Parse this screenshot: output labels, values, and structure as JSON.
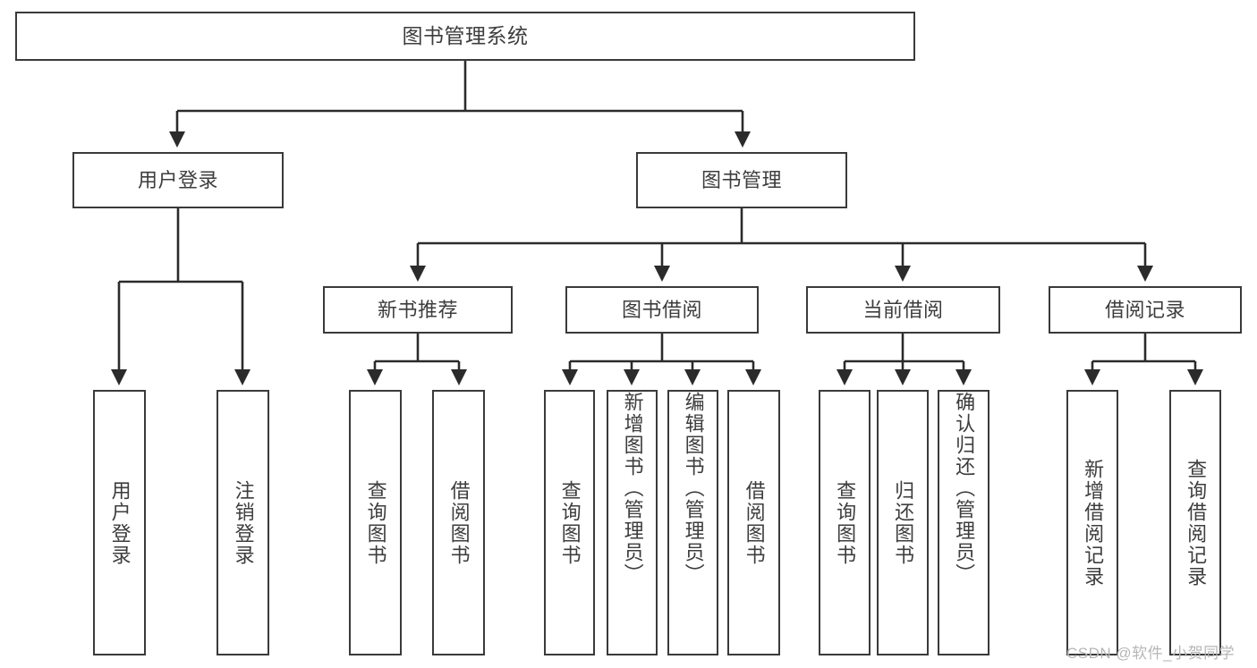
{
  "diagram": {
    "title": "图书管理系统",
    "type": "hierarchy-tree",
    "watermark": "CSDN @软件_小贺同学",
    "colors": {
      "box_border": "#3a3a3a",
      "box_fill": "#ffffff",
      "text": "#3d3d3d",
      "connector": "#2b2b2b",
      "watermark": "#b6b6b6"
    },
    "nodes": {
      "root": {
        "label": "图书管理系统"
      },
      "level1": [
        {
          "label": "用户登录"
        },
        {
          "label": "图书管理"
        }
      ],
      "level2": [
        {
          "label": "新书推荐"
        },
        {
          "label": "图书借阅"
        },
        {
          "label": "当前借阅"
        },
        {
          "label": "借阅记录"
        }
      ],
      "leaves": {
        "user_login": [
          {
            "label": "用户登录"
          },
          {
            "label": "注销登录"
          }
        ],
        "new_book_recommend": [
          {
            "label": "查询图书"
          },
          {
            "label": "借阅图书"
          }
        ],
        "book_borrow": [
          {
            "label": "查询图书"
          },
          {
            "label": "新增图书（管理员）"
          },
          {
            "label": "编辑图书（管理员）"
          },
          {
            "label": "借阅图书"
          }
        ],
        "current_borrow": [
          {
            "label": "查询图书"
          },
          {
            "label": "归还图书"
          },
          {
            "label": "确认归还（管理员）"
          }
        ],
        "borrow_record": [
          {
            "label": "新增借阅记录"
          },
          {
            "label": "查询借阅记录"
          }
        ]
      }
    }
  }
}
